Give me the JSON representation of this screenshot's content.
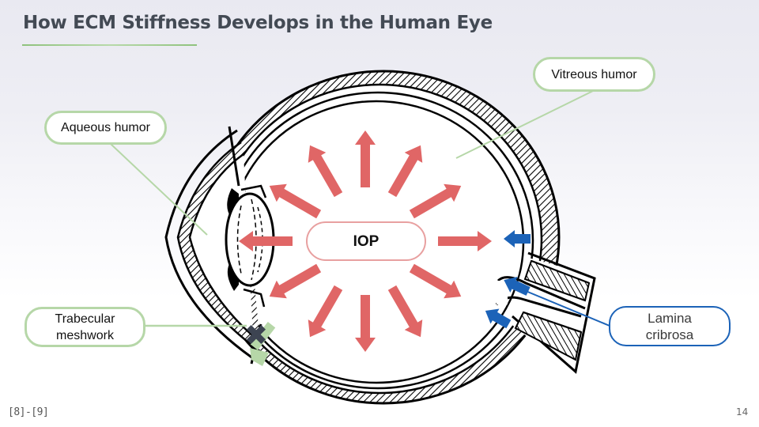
{
  "slide": {
    "title": "How ECM Stiffness Develops in the Human Eye",
    "page_number": "14",
    "references": "[8]-[9]"
  },
  "labels": {
    "aqueous_humor": "Aqueous humor",
    "vitreous_humor": "Vitreous humor",
    "trabecular_meshwork_line1": "Trabecular",
    "trabecular_meshwork_line2": "meshwork",
    "lamina_cribrosa_line1": "Lamina",
    "lamina_cribrosa_line2": "cribrosa",
    "iop": "IOP"
  },
  "colors": {
    "pressure_arrow": "#e06666",
    "lamina_arrow": "#1c63b8",
    "green_accent": "#b6d7a8",
    "blocked_marker": "#3d4452",
    "iop_border": "#e8a0a0",
    "title": "#434a54"
  },
  "pressure_arrows": {
    "count": 12,
    "direction": "outward",
    "angles_deg": [
      0,
      30,
      60,
      90,
      120,
      150,
      180,
      210,
      240,
      270,
      300,
      330
    ]
  },
  "lamina_arrows": {
    "count": 3,
    "direction": "inward"
  },
  "outflow": {
    "status": "blocked",
    "marker": "x-icon"
  }
}
